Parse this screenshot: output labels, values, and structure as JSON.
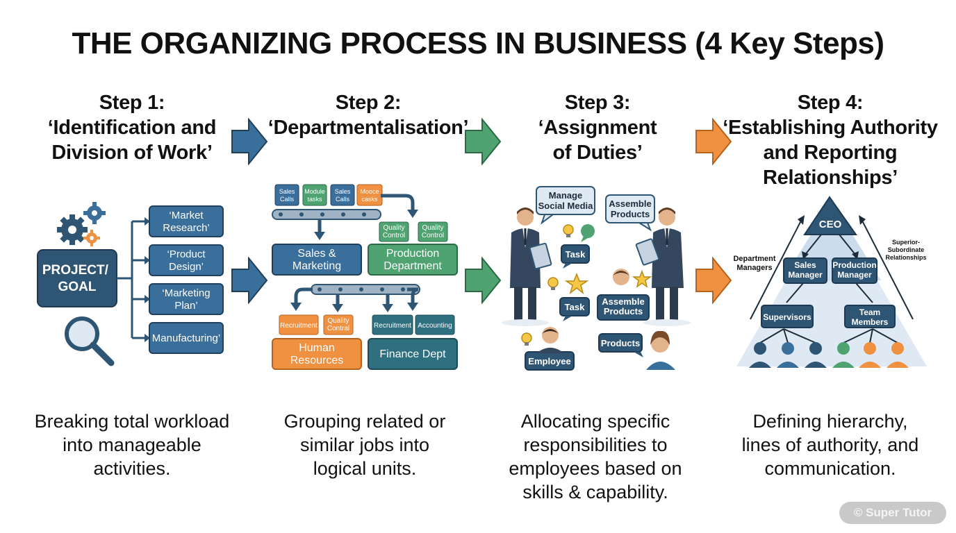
{
  "title": "THE ORGANIZING PROCESS IN BUSINESS (4 Key Steps)",
  "steps": [
    {
      "number": "Step 1:",
      "name": "‘Identification and\nDivision of Work’",
      "description": "Breaking total workload\ninto manageable\nactivities.",
      "goal": "PROJECT/\nGOAL",
      "tasks": [
        "‘Market\nResearch’",
        "‘Product\nDesign’",
        "‘Marketing\nPlan’",
        "Manufacturing’"
      ]
    },
    {
      "number": "Step 2:",
      "name": "‘Departmentalisation’",
      "description": "Grouping related or\nsimilar jobs into\nlogical units.",
      "task_chips": [
        "Sales\nCalls",
        "Module\ntasks",
        "Sales\nCalls",
        "Mooce\ncasks"
      ],
      "quality_chips": [
        "Quality\nControl",
        "Quality\nControl"
      ],
      "departments_top": [
        "Sales &\nMarketing",
        "Production\nDepartment"
      ],
      "sub_chips": [
        "Recruitment",
        "Quality\nContral",
        "Recruitment",
        "Accounting"
      ],
      "departments_bottom": [
        "Human\nResources",
        "Finance Dept"
      ]
    },
    {
      "number": "Step 3:",
      "name": "‘Assignment\nof Duties’",
      "description": "Allocating specific\nresponsibilities to\nemployees based on\nskills & capability.",
      "bubbles": [
        "Manage\nSocial Media",
        "Assemble\nProducts",
        "Task",
        "Task",
        "Assemble\nProducts",
        "Products",
        "Employee"
      ]
    },
    {
      "number": "Step 4:",
      "name": "‘Establishing Authority\nand Reporting\nRelationships’",
      "description": "Defining hierarchy,\nlines of authority, and\ncommunication.",
      "ceo": "CEO",
      "managers": [
        "Sales\nManager",
        "Production\nManager"
      ],
      "lower": [
        "Supervisors",
        "Team\nMembers"
      ],
      "side_left": "Department\nManagers",
      "side_right": "Superior-\nSubordinate\nRelationships"
    }
  ],
  "watermark": "© Super Tutor",
  "colors": {
    "navy": "#2f5574",
    "blue": "#3a6e9b",
    "green": "#4ea371",
    "orange": "#ef9140",
    "teal": "#2e6f80",
    "light": "#dfe9f3"
  }
}
